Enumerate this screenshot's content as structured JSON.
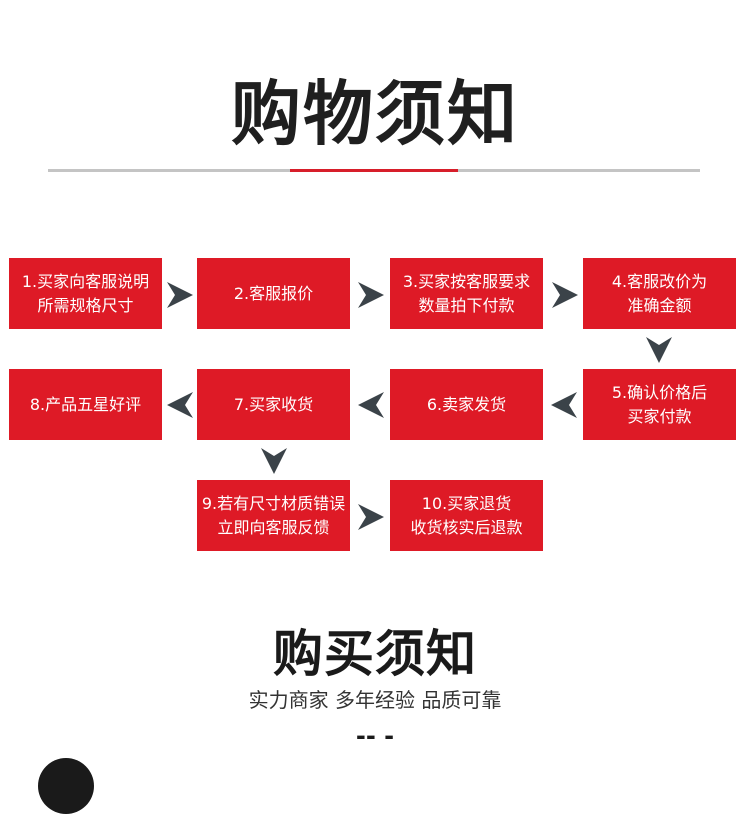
{
  "header": {
    "title": "购物须知"
  },
  "colors": {
    "step_red": "#de1a26",
    "arrow_dark": "#3b4349",
    "accent_red": "#d71e2a",
    "rule_gray": "#c4c4c4"
  },
  "steps": [
    {
      "label": "1.买家向客服说明\n所需规格尺寸"
    },
    {
      "label": "2.客服报价"
    },
    {
      "label": "3.买家按客服要求\n数量拍下付款"
    },
    {
      "label": "4.客服改价为\n准确金额"
    },
    {
      "label": "5.确认价格后\n买家付款"
    },
    {
      "label": "6.卖家发货"
    },
    {
      "label": "7.买家收货"
    },
    {
      "label": "8.产品五星好评"
    },
    {
      "label": "9.若有尺寸材质错误\n立即向客服反馈"
    },
    {
      "label": "10.买家退货\n收货核实后退款"
    }
  ],
  "footer": {
    "title": "购买须知",
    "subtitle": "实力商家 多年经验 品质可靠",
    "dash": "-- -"
  },
  "icons": {
    "flow_arrow": "chevron-arrow-icon"
  }
}
